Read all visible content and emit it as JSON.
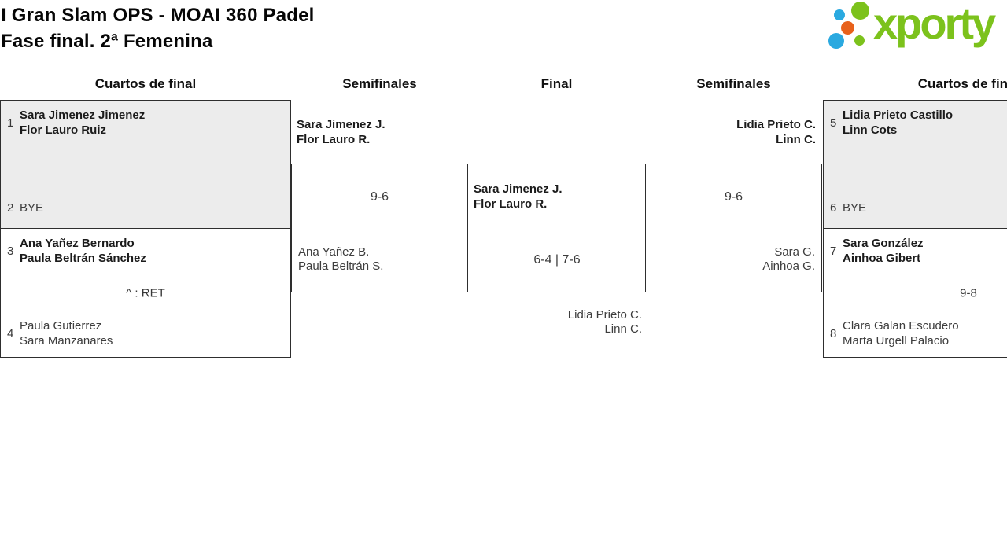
{
  "header": {
    "title_line1": "I Gran Slam OPS - MOAI 360 Padel",
    "title_line2": "Fase final. 2ª Femenina"
  },
  "logo": {
    "text": "xporty"
  },
  "colors": {
    "logo_green": "#7cc21c",
    "logo_blue": "#2aa9e0",
    "logo_orange": "#e8611b",
    "box_gray": "#ececec",
    "box_border": "#2e2e2e"
  },
  "columns": [
    "Cuartos de final",
    "Semifinales",
    "Final",
    "Semifinales",
    "Cuartos de final"
  ],
  "matches": {
    "qf1": {
      "seed_top": "1",
      "top": [
        "Sara Jimenez Jimenez",
        "Flor Lauro Ruiz"
      ],
      "seed_bottom": "2",
      "bottom_bye": "BYE"
    },
    "qf2": {
      "seed_top": "3",
      "top": [
        "Ana Yañez Bernardo",
        "Paula Beltrán Sánchez"
      ],
      "score": "^ : RET",
      "seed_bottom": "4",
      "bottom": [
        "Paula Gutierrez",
        "Sara Manzanares"
      ]
    },
    "sf1": {
      "winner": [
        "Sara Jimenez J.",
        "Flor Lauro R."
      ],
      "score": "9-6",
      "loser": [
        "Ana Yañez B.",
        "Paula Beltrán S."
      ]
    },
    "final": {
      "winner": [
        "Sara Jimenez J.",
        "Flor Lauro R."
      ],
      "score": "6-4 | 7-6",
      "loser": [
        "Lidia Prieto C.",
        "Linn C."
      ]
    },
    "sf2": {
      "winner": [
        "Lidia Prieto C.",
        "Linn C."
      ],
      "score": "9-6",
      "loser": [
        "Sara G.",
        "Ainhoa G."
      ]
    },
    "qf3": {
      "seed_top": "5",
      "top": [
        "Lidia Prieto Castillo",
        "Linn Cots"
      ],
      "seed_bottom": "6",
      "bottom_bye": "BYE"
    },
    "qf4": {
      "seed_top": "7",
      "top": [
        "Sara González",
        "Ainhoa Gibert"
      ],
      "score": "9-8",
      "seed_bottom": "8",
      "bottom": [
        "Clara Galan Escudero",
        "Marta Urgell Palacio"
      ]
    }
  }
}
